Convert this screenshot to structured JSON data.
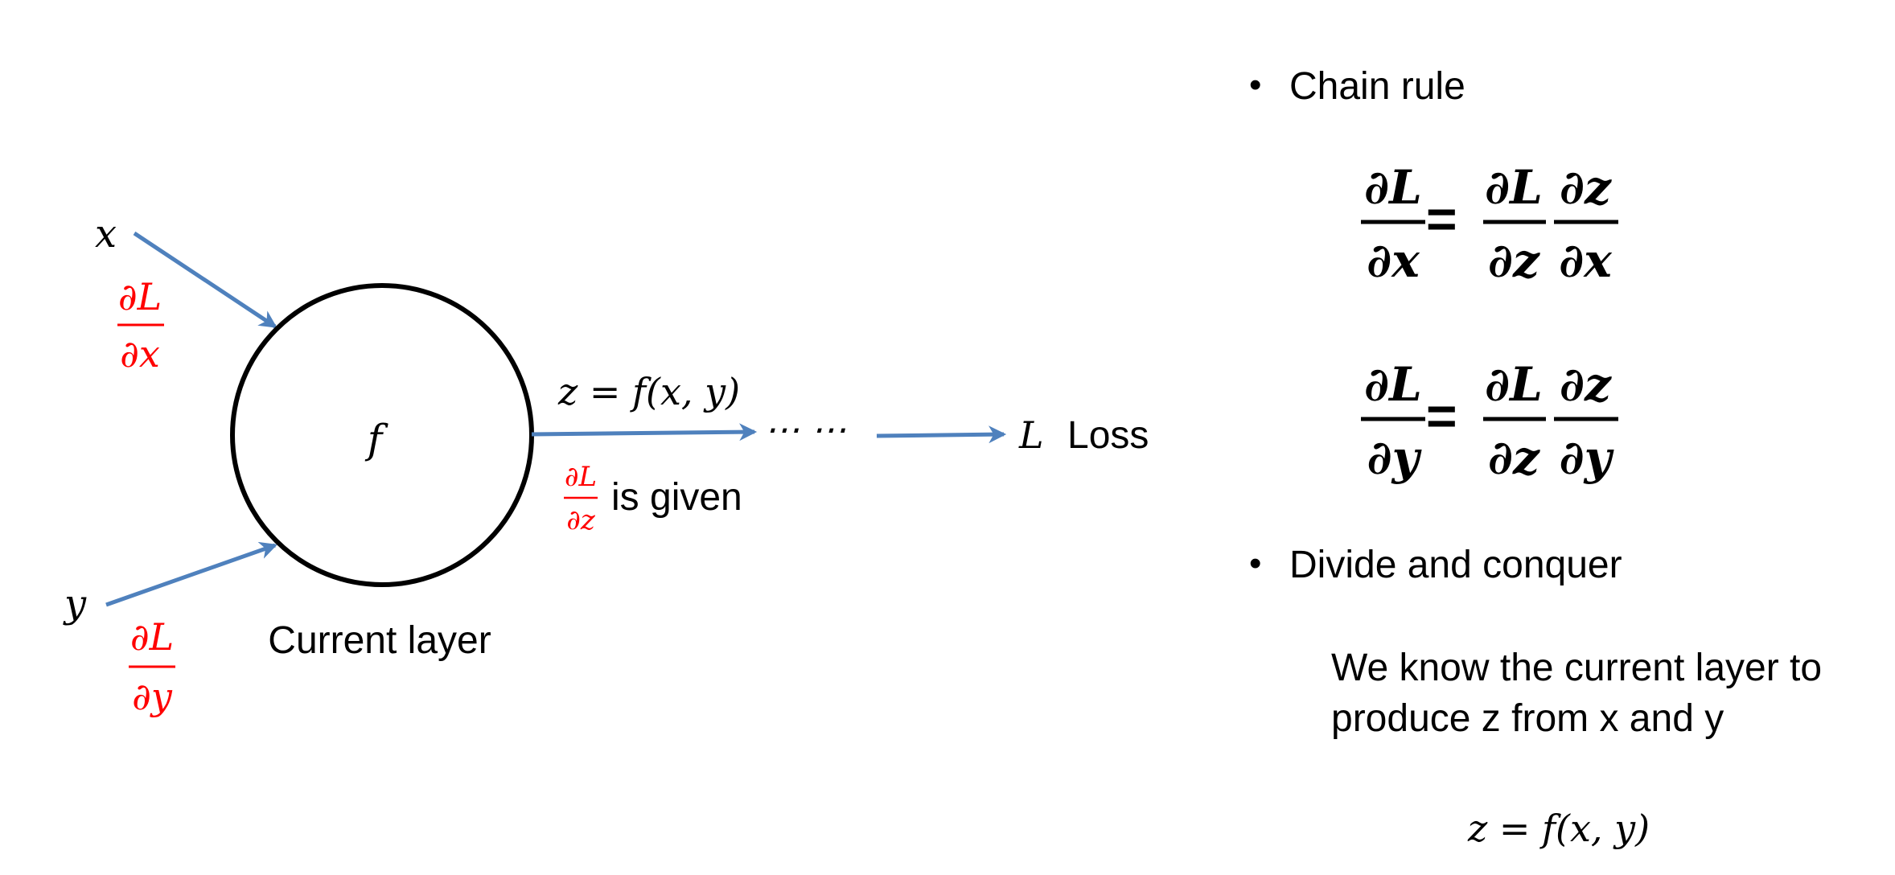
{
  "colors": {
    "arrow": "#4f81bd",
    "gradient": "#ff0000",
    "text": "#000000"
  },
  "diagram": {
    "input_x": "x",
    "input_y": "y",
    "grad_x": {
      "num": "∂L",
      "den": "∂x"
    },
    "grad_y": {
      "num": "∂L",
      "den": "∂y"
    },
    "node_label": "f",
    "node_caption": "Current layer",
    "output_eq": "z = f(x, y)",
    "grad_z": {
      "num": "∂L",
      "den": "∂z"
    },
    "grad_z_text": "is given",
    "ellipsis": "⋯ ⋯",
    "loss_symbol": "L",
    "loss_label": "Loss"
  },
  "notes": {
    "bullet_glyph": "•",
    "bullet1": "Chain rule",
    "eq1": {
      "lhs_num": "∂L",
      "lhs_den": "∂x",
      "equals": "=",
      "r1_num": "∂L",
      "r1_den": "∂z",
      "r2_num": "∂z",
      "r2_den": "∂x"
    },
    "eq2": {
      "lhs_num": "∂L",
      "lhs_den": "∂y",
      "equals": "=",
      "r1_num": "∂L",
      "r1_den": "∂z",
      "r2_num": "∂z",
      "r2_den": "∂y"
    },
    "bullet2": "Divide and conquer",
    "para_line1": "We know the current layer to",
    "para_line2": "produce z from x and y",
    "final_eq": "z = f(x, y)"
  }
}
